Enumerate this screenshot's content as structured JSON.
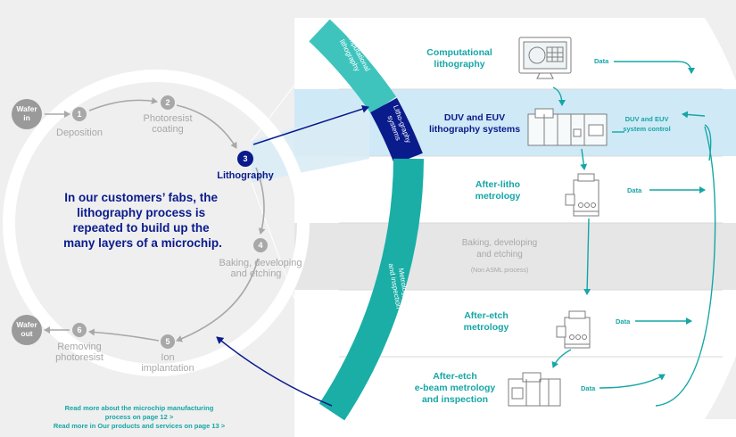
{
  "cycle": {
    "wafer_in": [
      "Wafer",
      "in"
    ],
    "wafer_out": [
      "Wafer",
      "out"
    ],
    "steps": [
      {
        "num": "1",
        "label": [
          "Deposition"
        ]
      },
      {
        "num": "2",
        "label": [
          "Photoresist",
          "coating"
        ]
      },
      {
        "num": "3",
        "label": [
          "Lithography"
        ]
      },
      {
        "num": "4",
        "label": [
          "Baking, developing",
          "and etching"
        ]
      },
      {
        "num": "5",
        "label": [
          "Ion",
          "implantation"
        ]
      },
      {
        "num": "6",
        "label": [
          "Removing",
          "photoresist"
        ]
      }
    ],
    "center_text": [
      "In our customers’ fabs, the",
      "lithography process is",
      "repeated to build up the",
      "many layers of a microchip."
    ]
  },
  "bands": {
    "computational": [
      "Computational",
      "lithography"
    ],
    "lithography": [
      "Litho-graphy",
      "systems"
    ],
    "metrology": [
      "Metrology",
      "and inspection"
    ]
  },
  "rows": {
    "computational": [
      "Computational",
      "lithography"
    ],
    "litho_systems": [
      "DUV and EUV",
      "lithography systems"
    ],
    "system_control": [
      "DUV and EUV",
      "system control"
    ],
    "after_litho": [
      "After-litho",
      "metrology"
    ],
    "baking": [
      "Baking, developing",
      "and etching"
    ],
    "non_asml": "(Non ASML process)",
    "after_etch": [
      "After-etch",
      "metrology"
    ],
    "ebeam": [
      "After-etch",
      "e-beam metrology",
      "and inspection"
    ]
  },
  "data_label": "Data",
  "links": [
    "Read more about the microchip manufacturing",
    "process on page 12  >",
    "Read more in Our products and services on page 13 >"
  ],
  "colors": {
    "teal": "#16a6a6",
    "navy": "#0a1b8c",
    "gray": "#a8a8a8",
    "highlight": "#cfe9f6",
    "background": "#efefef"
  }
}
